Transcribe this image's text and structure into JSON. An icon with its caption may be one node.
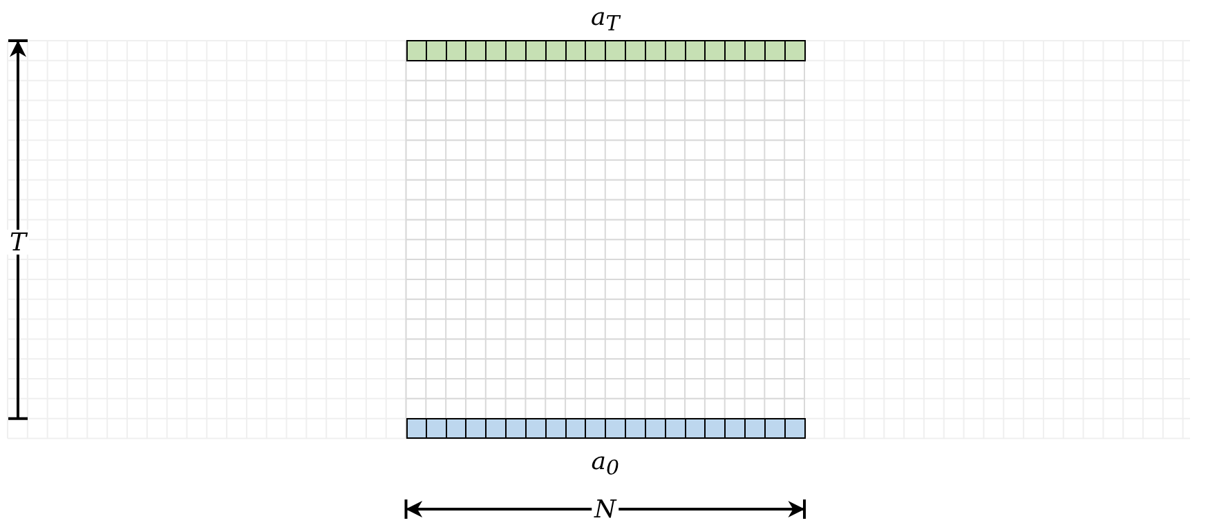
{
  "diagram": {
    "nodes": [
      {
        "text": [
          "a$_{T}$"
        ]
      },
      {
        "text": [
          "a$_{0}$"
        ]
      }
    ],
    "labels": [
      "T",
      "N"
    ]
  }
}
